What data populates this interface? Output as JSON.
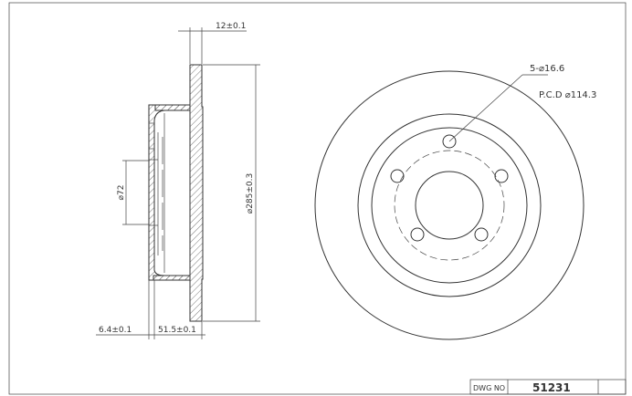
{
  "side_view": {
    "disc_thickness": "12±0.1",
    "outer_diameter": "⌀285±0.3",
    "center_bore": "⌀72",
    "hat_thickness": "6.4±0.1",
    "hat_height": "51.5±0.1"
  },
  "front_view": {
    "bolt_holes": "5-⌀16.6",
    "pcd": "P.C.D ⌀114.3"
  },
  "title_block": {
    "label": "DWG NO",
    "number": "51231"
  }
}
